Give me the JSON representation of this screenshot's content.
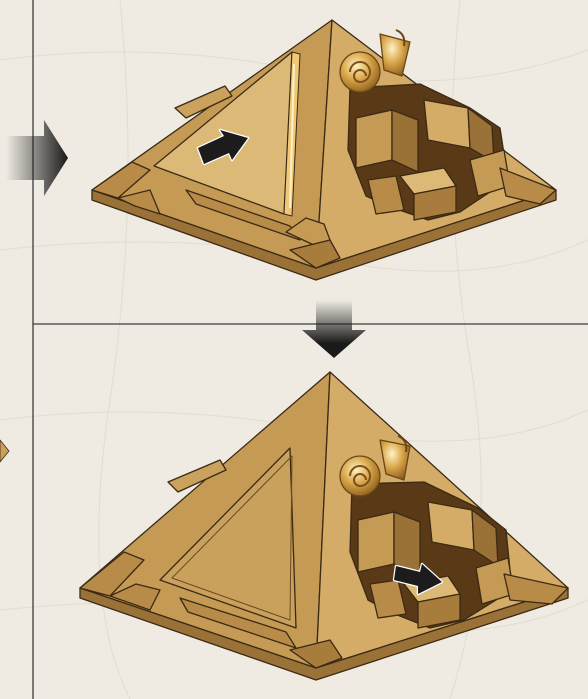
{
  "colors": {
    "background": "#efebe3",
    "paper_lines": "#e2dcd0",
    "face_left": "#c49a55",
    "face_right": "#d4ac68",
    "face_light": "#ddb978",
    "face_shadow": "#9a7238",
    "cavity": "#5a3a16",
    "edge": "#3b2a14",
    "gold_highlight": "#f4d48a",
    "divider": "#3c3c3c",
    "arrow_dark": "#1c1c1c",
    "arrow_light": "#ffffff"
  },
  "panels": [
    {
      "name": "step-1",
      "triangle_lid": "rotated-open",
      "direction_arrow": "slide-lid-up-right"
    },
    {
      "name": "step-2",
      "triangle_lid": "closed",
      "direction_arrow": "push-block-right"
    }
  ],
  "icons": {
    "side_arrow": "right-arrow-icon",
    "step_arrow": "down-arrow-icon",
    "ornament": "spiral-ornament-icon"
  }
}
